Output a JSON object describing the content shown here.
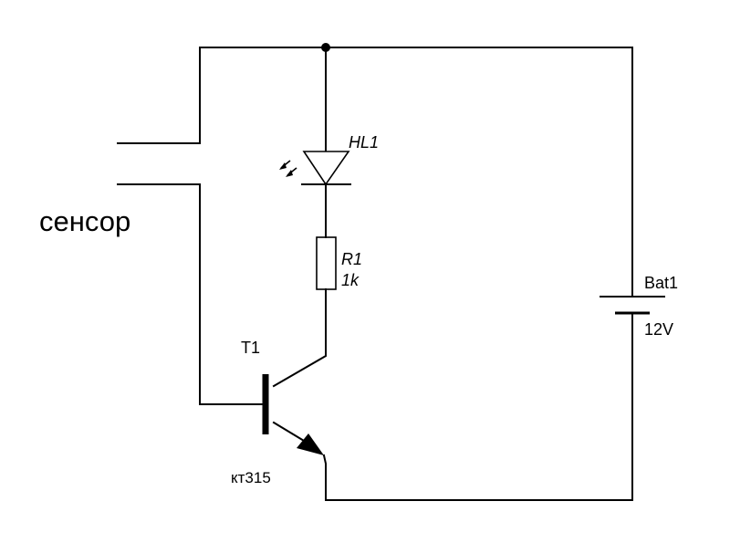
{
  "labels": {
    "sensor": "сенсор",
    "led_ref": "HL1",
    "resistor_ref": "R1",
    "resistor_value": "1k",
    "transistor_ref": "T1",
    "transistor_part": "кт315",
    "battery_ref": "Bat1",
    "battery_voltage": "12V"
  }
}
